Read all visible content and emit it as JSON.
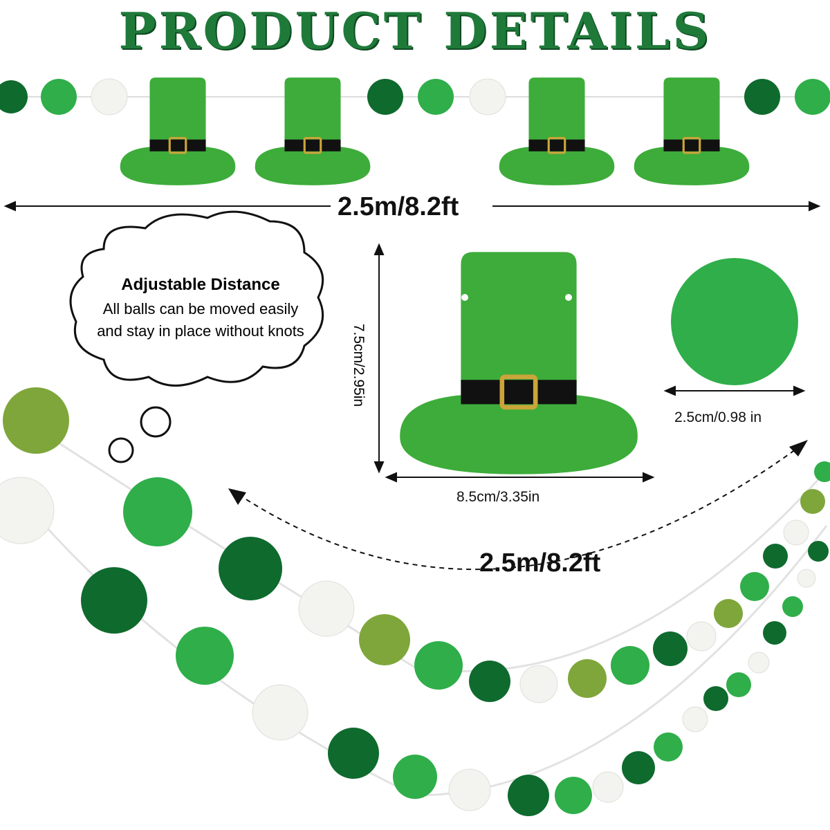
{
  "title": "PRODUCT DETAILS",
  "banner_length": "2.5m/8.2ft",
  "cloud": {
    "heading": "Adjustable Distance",
    "line1": "All balls can be moved easily",
    "line2": "and stay in place without knots"
  },
  "hat_height": "7.5cm/2.95in",
  "hat_width": "8.5cm/3.35in",
  "ball_size": "2.5cm/0.98 in",
  "garland_length": "2.5m/8.2ft",
  "colors": {
    "title_green": "#1f7a3a",
    "hat_green": "#3dac3a",
    "dark_green": "#0f6a2e",
    "mid_green": "#2fae4a",
    "olive_green": "#7fa63a",
    "pompom_white": "#f3f3ef",
    "belt_black": "#111111",
    "buckle_gold": "#c9a53a"
  }
}
